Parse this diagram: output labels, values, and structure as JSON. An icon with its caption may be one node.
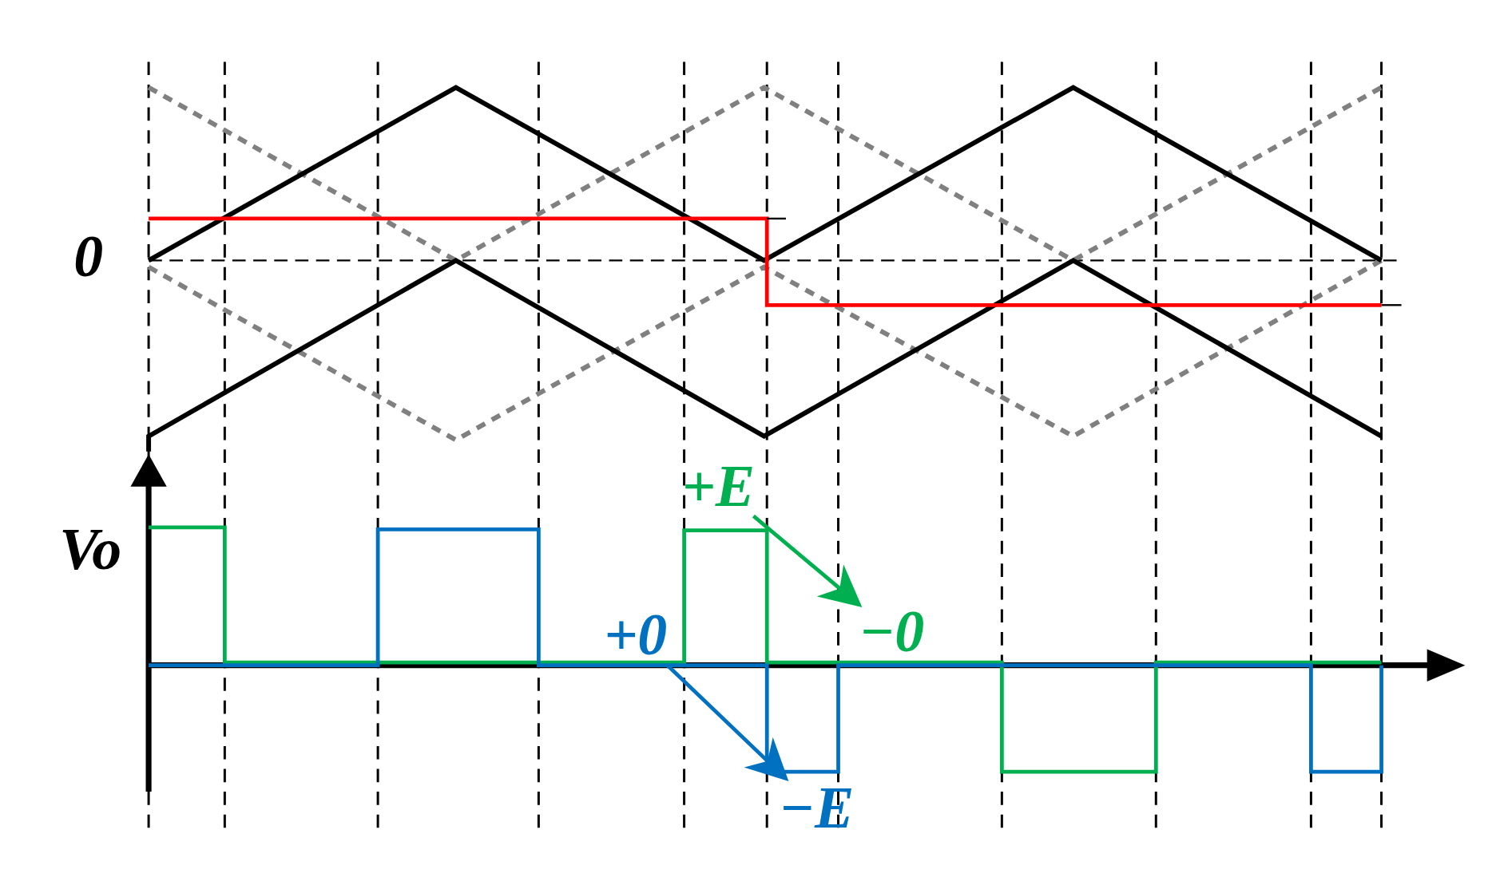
{
  "diagram": {
    "nodes": [
      {
        "text": [
          "+E"
        ]
      },
      {
        "text": [
          "−0"
        ]
      },
      {
        "text": [
          "+0"
        ]
      },
      {
        "text": [
          "−E"
        ]
      }
    ],
    "edges": [
      {
        "from": 0,
        "to": 1,
        "arrow": "to",
        "color": "#00b050"
      },
      {
        "from": 2,
        "to": 3,
        "arrow": "to",
        "color": "#0070c0"
      }
    ],
    "labels": [
      "0",
      "Vo"
    ]
  }
}
